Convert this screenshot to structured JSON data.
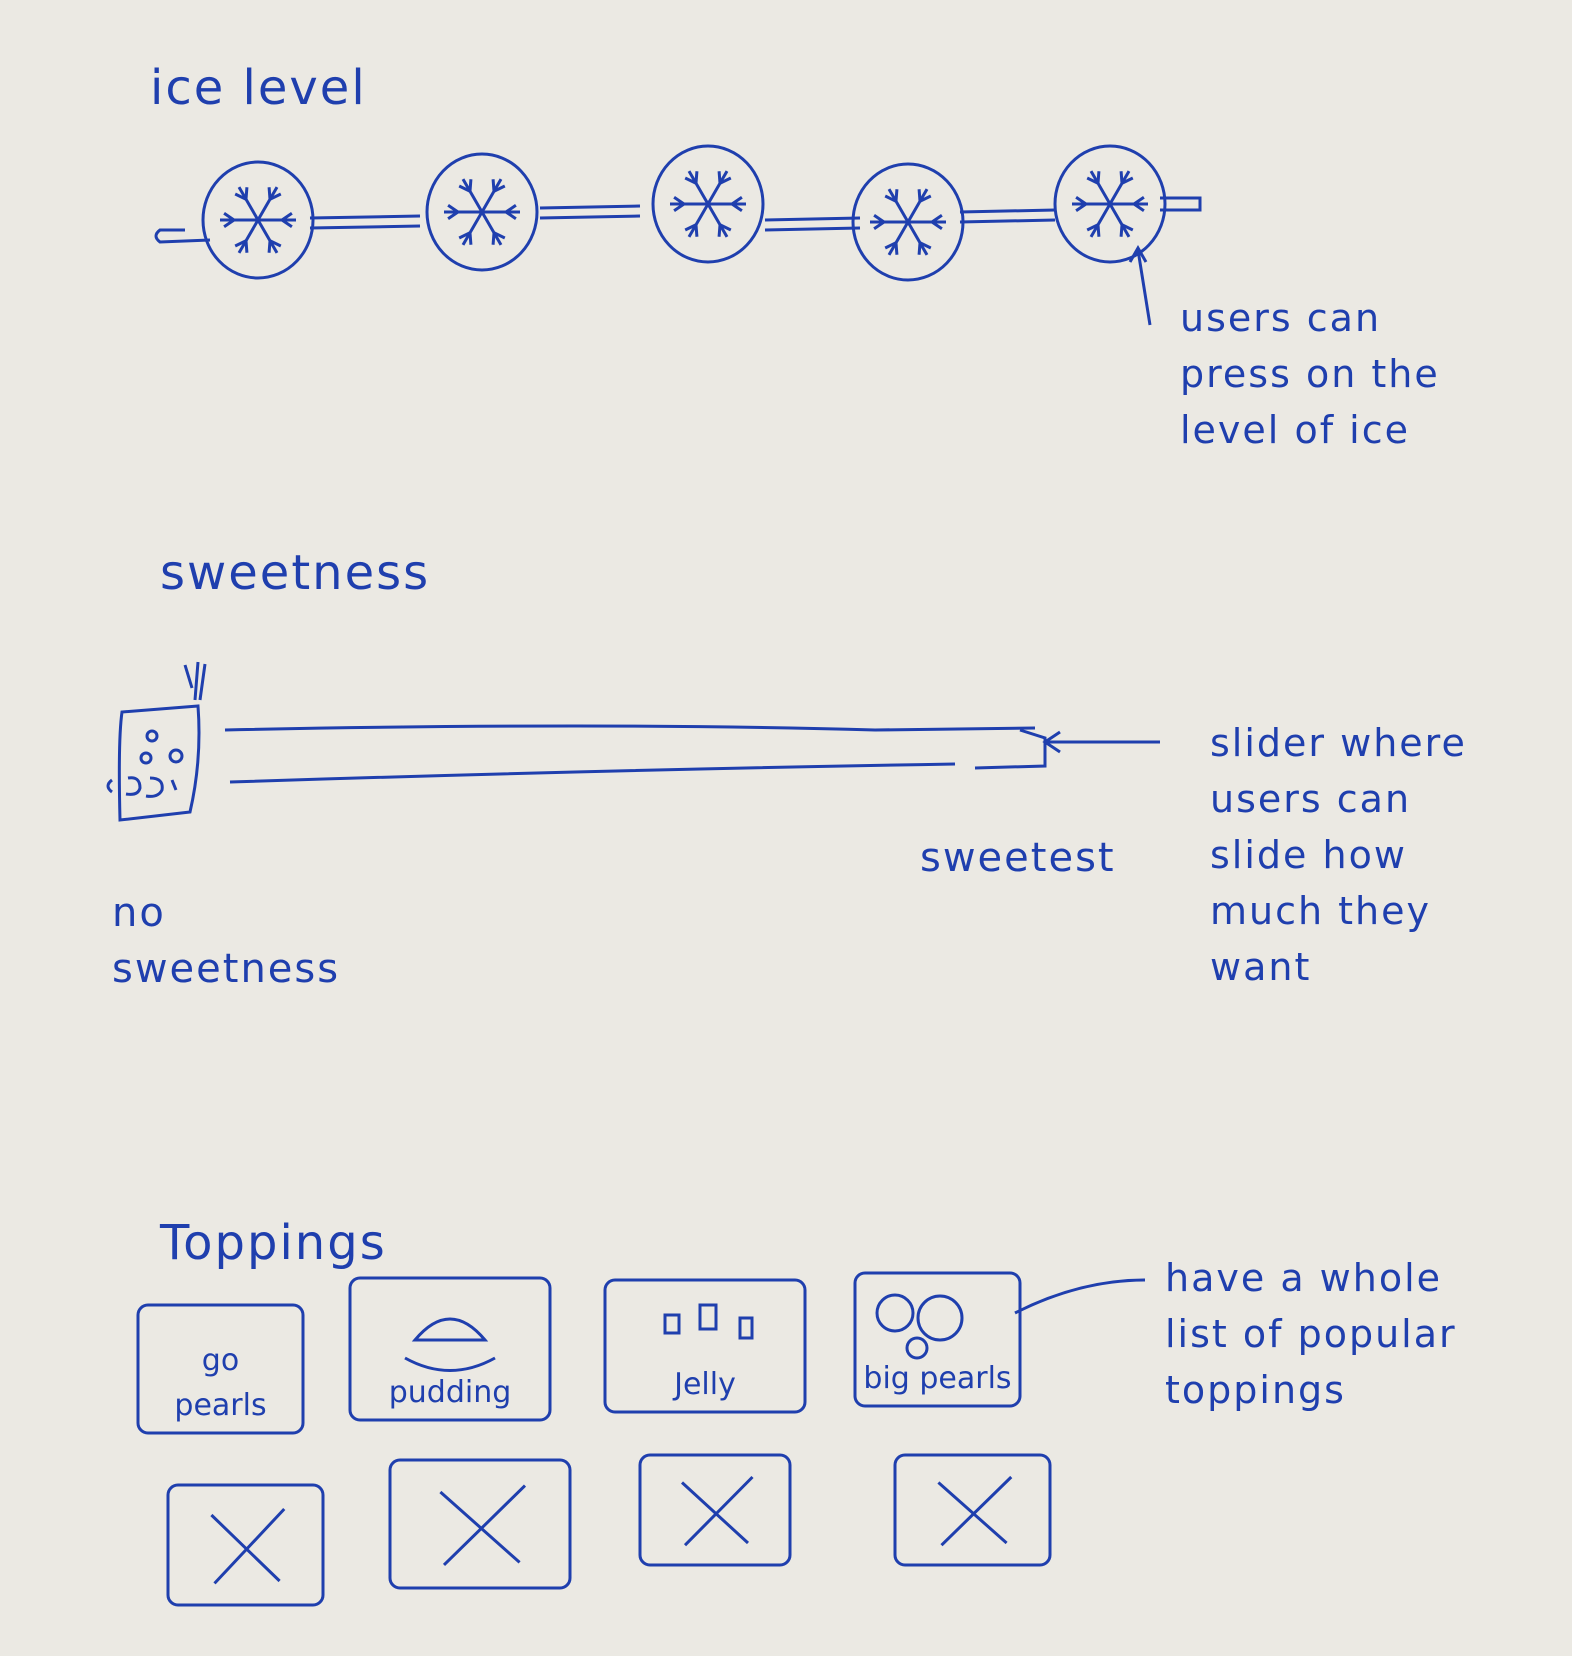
{
  "ice_section": {
    "title": "ice level",
    "levels": [
      1,
      2,
      3,
      4,
      5
    ],
    "note": "users can press on the level of ice"
  },
  "sweetness_section": {
    "title": "sweetness",
    "min_label": "no sweetness",
    "max_label": "sweetest",
    "note": "slider where users can slide how much they want"
  },
  "toppings_section": {
    "title": "Toppings",
    "items": [
      {
        "label_top": "go",
        "label_bottom": "pearls"
      },
      {
        "label_top": "",
        "label_bottom": "pudding"
      },
      {
        "label_top": "",
        "label_bottom": "Jelly"
      },
      {
        "label_top": "",
        "label_bottom": "big pearls"
      }
    ],
    "placeholder_count": 4,
    "note": "have a whole list of popular toppings"
  },
  "colors": {
    "ink": "#1f3fae",
    "paper": "#ebe9e3"
  }
}
